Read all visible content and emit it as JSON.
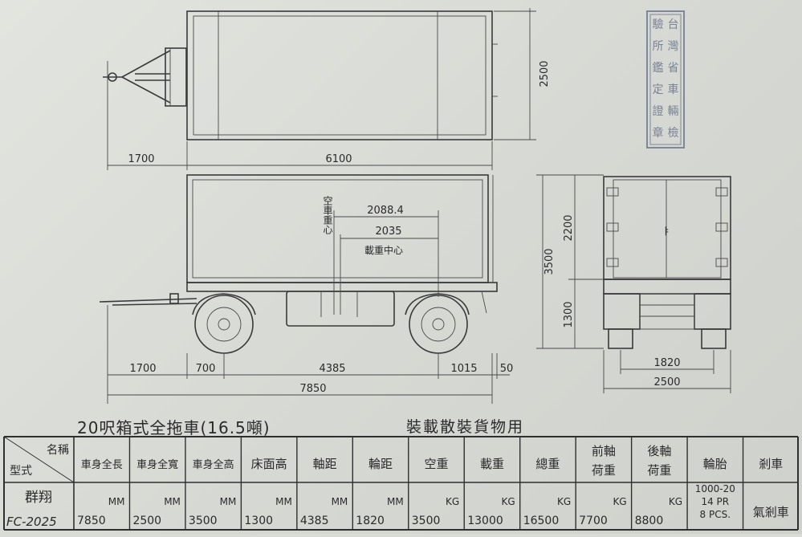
{
  "drawing": {
    "top_view": {
      "dim_length": "6100",
      "dim_width": "2500",
      "dim_drawbar": "1700"
    },
    "side_view": {
      "dim_total": "7850",
      "dim_drawbar": "1700",
      "dim_front_overhang": "700",
      "dim_wheelbase": "4385",
      "dim_rear_overhang": "1015",
      "dim_end": "50",
      "dim_load_center": "2088.4",
      "dim_empty_center": "2035",
      "label_empty_center": "空車重心",
      "label_load_center": "載重中心"
    },
    "rear_view": {
      "dim_total_height": "3500",
      "dim_box_height": "2200",
      "dim_floor_height": "1300",
      "dim_track": "1820",
      "dim_width": "2500",
      "door_mark": "ㅑ"
    }
  },
  "seal": {
    "text": [
      "台",
      "灣",
      "省",
      "車",
      "輛",
      "檢",
      "驗",
      "所",
      "鑑",
      "定",
      "證",
      "章"
    ]
  },
  "title": {
    "name": "20呎箱式全拖車(16.5噸)",
    "purpose": "裝載散裝貨物用"
  },
  "table": {
    "corner_top": "名稱",
    "corner_bottom": "型式",
    "headers": [
      "車身全長",
      "車身全寬",
      "車身全高",
      "床面高",
      "軸距",
      "輪距",
      "空重",
      "載重",
      "總重",
      "前軸荷重",
      "後軸荷重",
      "輪胎",
      "剎車"
    ],
    "row_maker": "群翔",
    "row_model": "FC-2025",
    "units": [
      "MM",
      "MM",
      "MM",
      "MM",
      "MM",
      "MM",
      "KG",
      "KG",
      "KG",
      "KG",
      "KG",
      "",
      ""
    ],
    "values": [
      "7850",
      "2500",
      "3500",
      "1300",
      "4385",
      "1820",
      "3500",
      "13000",
      "16500",
      "7700",
      "8800",
      "",
      "氣剎車"
    ],
    "tire": [
      "1000-20",
      "14 PR",
      "8 PCS."
    ]
  }
}
